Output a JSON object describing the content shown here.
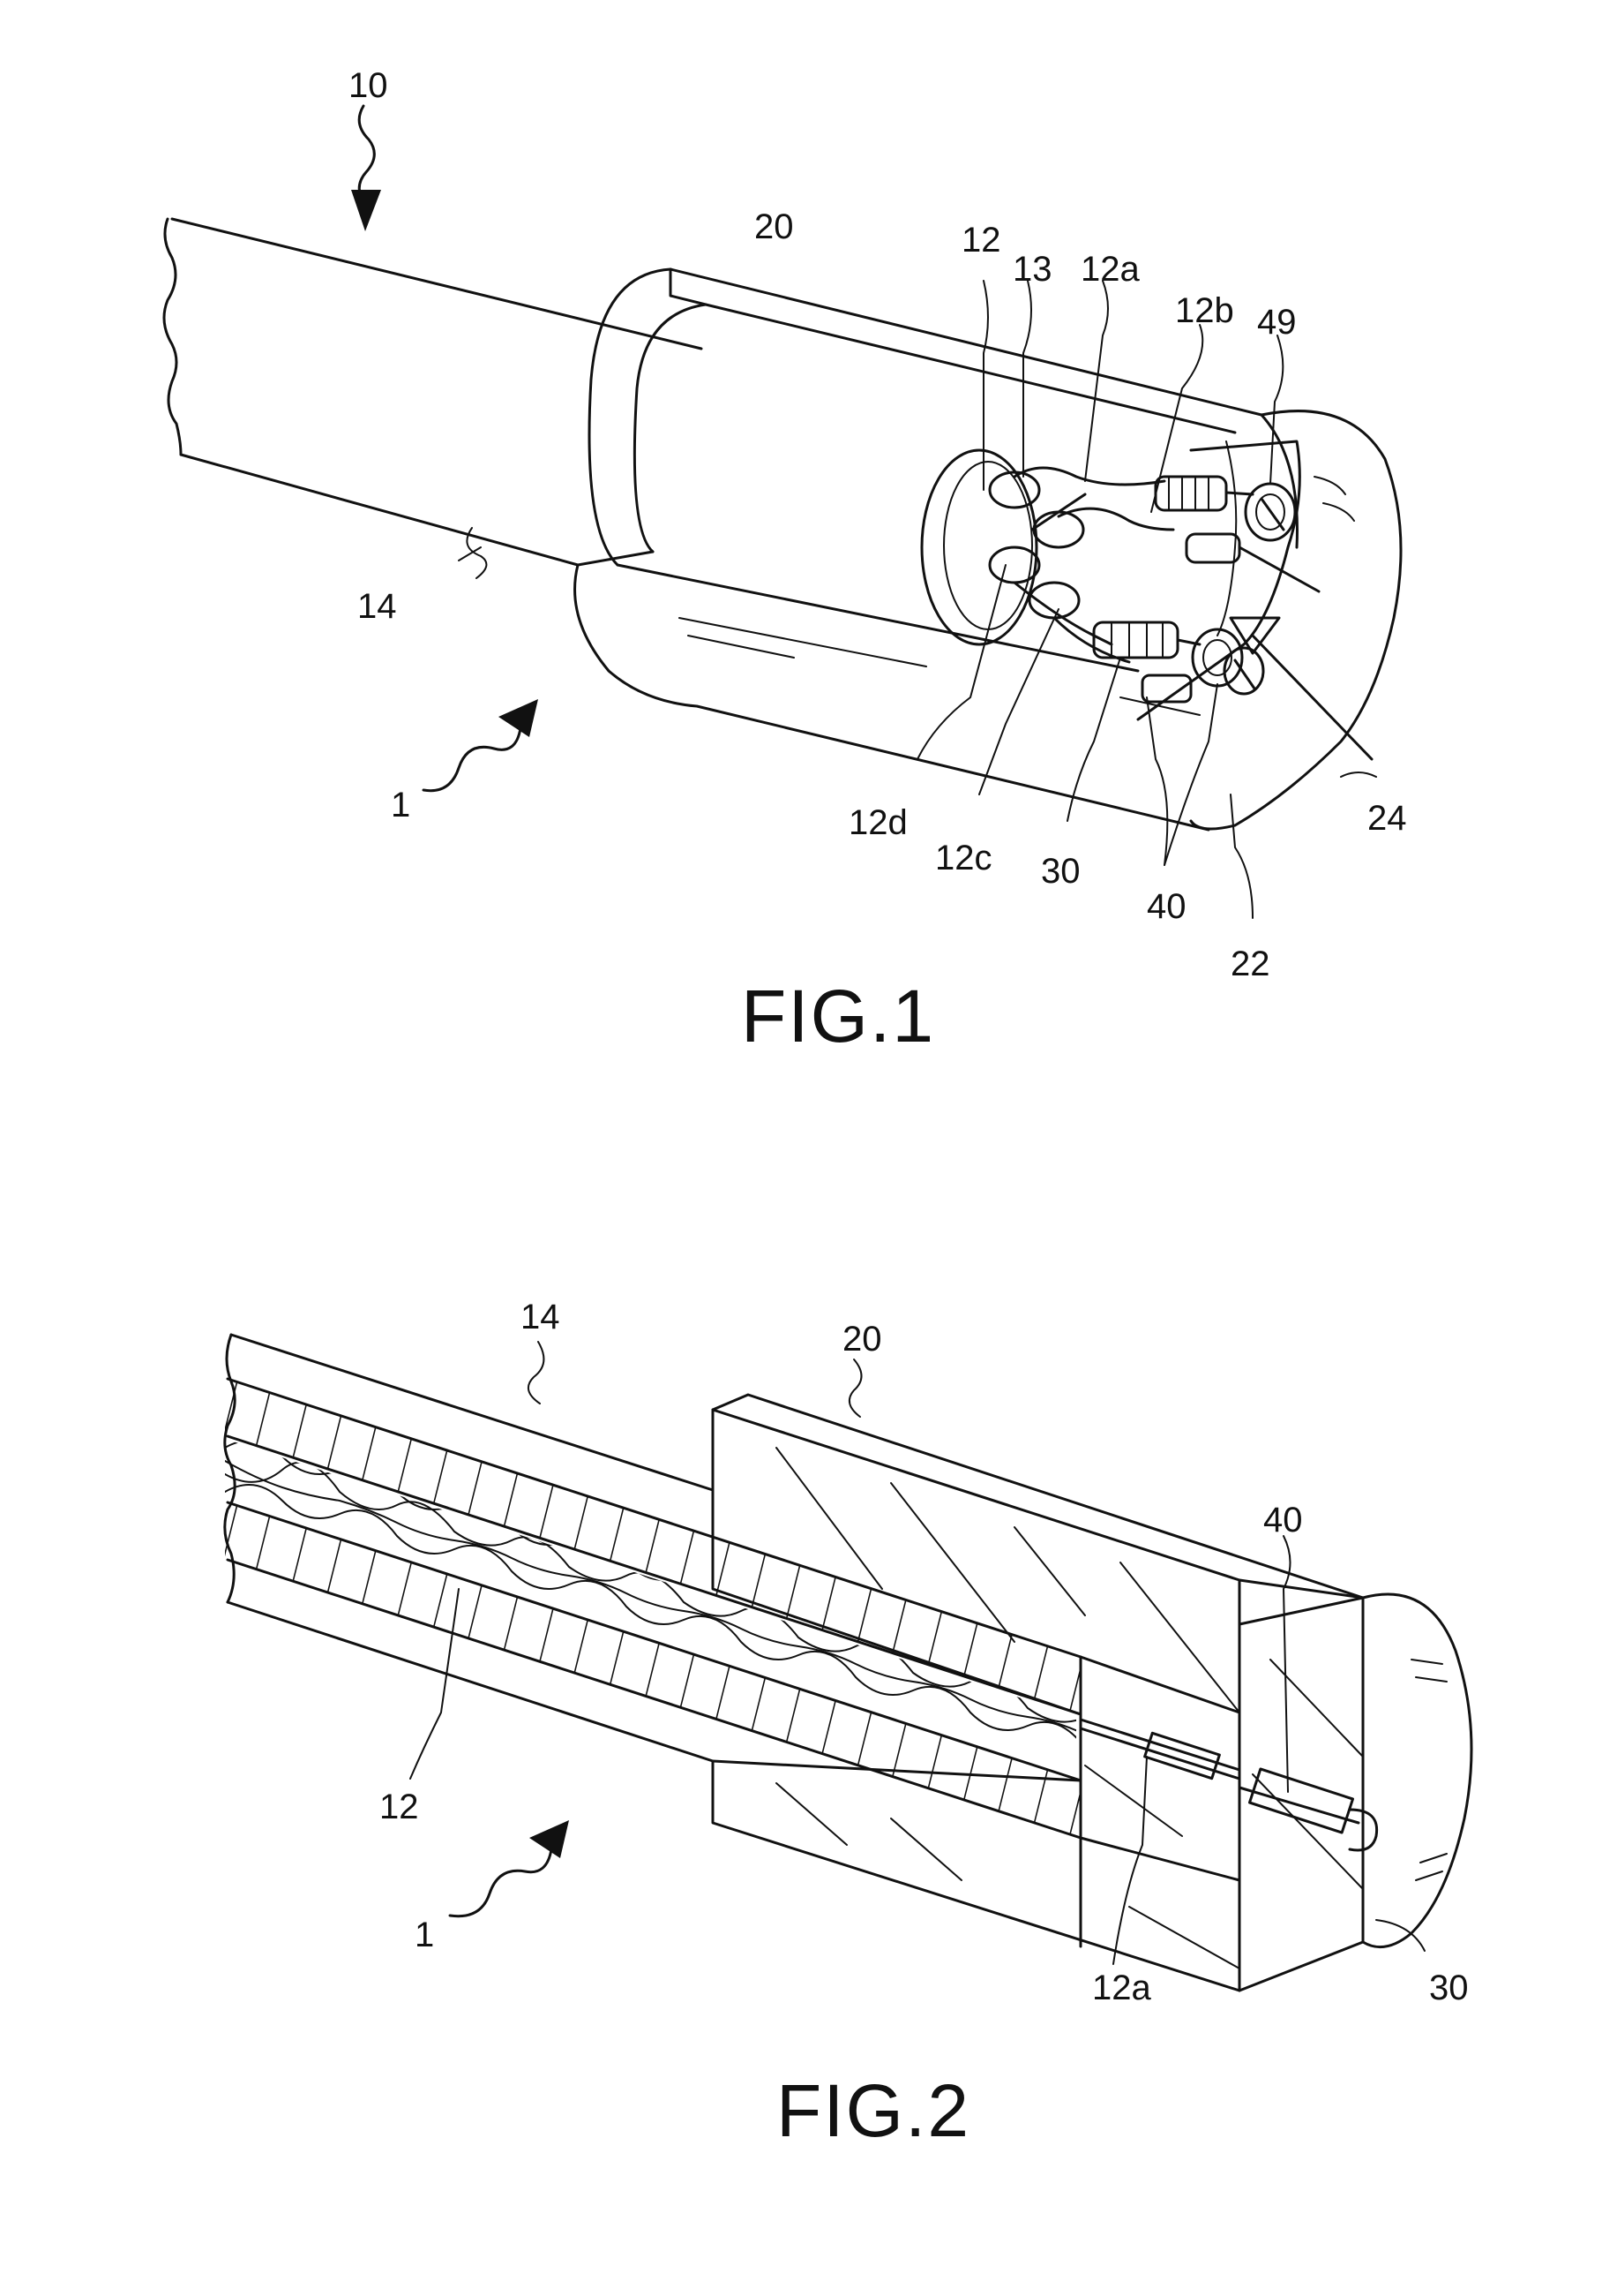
{
  "fig1": {
    "caption": "FIG.1",
    "labels": {
      "l10": "10",
      "l20": "20",
      "l12": "12",
      "l13": "13",
      "l12a": "12a",
      "l12b": "12b",
      "l49": "49",
      "l14": "14",
      "l1": "1",
      "l12d": "12d",
      "l12c": "12c",
      "l30": "30",
      "l40": "40",
      "l22": "22",
      "l24": "24"
    }
  },
  "fig2": {
    "caption": "FIG.2",
    "labels": {
      "l14": "14",
      "l20": "20",
      "l40": "40",
      "l12": "12",
      "l1": "1",
      "l12a": "12a",
      "l30": "30"
    }
  }
}
